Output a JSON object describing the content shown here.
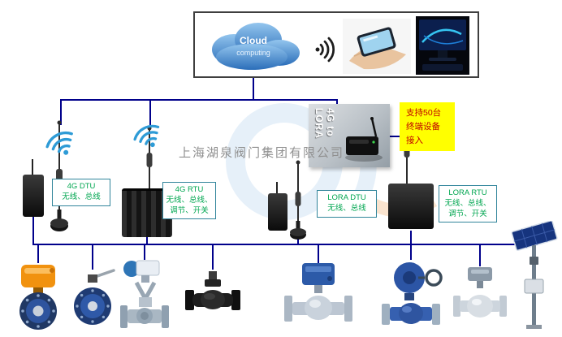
{
  "company_watermark": "上海湖泉阀门集团有限公司",
  "cloud_panel": {
    "cloud_line1": "Cloud",
    "cloud_line2": "computing"
  },
  "gateway": {
    "label": "4G to LORA"
  },
  "note": {
    "text": "支持50台终端设备接入"
  },
  "device_labels": [
    {
      "title": "4G DTU",
      "desc": "无线、总线"
    },
    {
      "title": "4G RTU",
      "desc": "无线、总线、调节、开关"
    },
    {
      "title": "LORA DTU",
      "desc": "无线、总线"
    },
    {
      "title": "LORA RTU",
      "desc": "无线、总线、调节、开关"
    }
  ],
  "icons": {
    "wifi": "wifi-arcs",
    "antenna": "whip-antenna",
    "cloud": "cloud-shape",
    "phone": "hand-holding-phone-photo",
    "monitor": "desktop-monitor-photo"
  },
  "products": [
    "electric-butterfly-valve-orange",
    "butterfly-valve-blue-lever",
    "gate-valve-with-electric-actuator",
    "ball-valve-black",
    "flanged-ball-valve-blue-actuator",
    "gear-operated-flanged-valve",
    "stainless-valve-with-actuator",
    "solar-panel-pole"
  ],
  "colors": {
    "connector_line": "#00008B",
    "label_text": "#00A650",
    "label_border": "#31859B",
    "note_bg": "#FFFF00",
    "note_text": "#C00000",
    "watermark_text": "#909090"
  }
}
